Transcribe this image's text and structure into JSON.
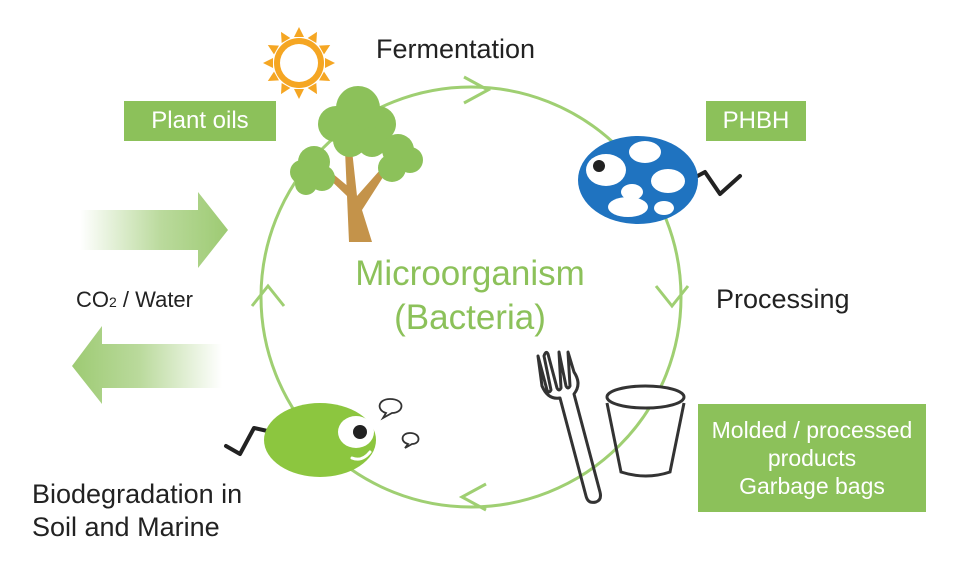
{
  "center": {
    "line1": "Microorganism",
    "line2": "(Bacteria)"
  },
  "labels": {
    "fermentation": "Fermentation",
    "processing": "Processing",
    "co2_prefix": "CO",
    "co2_sub": "2",
    "co2_suffix": " / Water",
    "biodegradation_line1": "Biodegradation in",
    "biodegradation_line2": "Soil and Marine"
  },
  "boxes": {
    "plant_oils": "Plant oils",
    "phbh": "PHBH",
    "products_line1": "Molded / processed",
    "products_line2": "products",
    "products_line3": "Garbage bags"
  },
  "colors": {
    "green": "#8cc15a",
    "cycle_line": "#9fcf72",
    "sun": "#f5a623",
    "tree_leaves": "#8cc15a",
    "tree_trunk": "#c4934a",
    "blue_bacterium": "#1f73c0",
    "green_bacterium": "#8cc63f"
  },
  "icons": [
    "sun-icon",
    "tree-icon",
    "blue-bacterium-icon",
    "fork-icon",
    "cup-icon",
    "green-bacterium-icon",
    "speech-bubble-icon"
  ]
}
